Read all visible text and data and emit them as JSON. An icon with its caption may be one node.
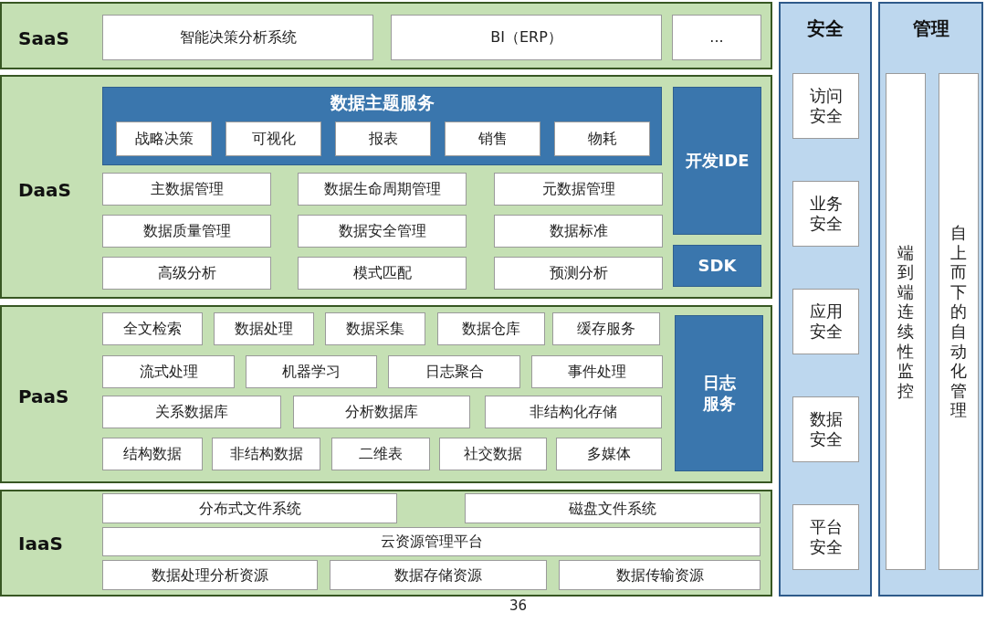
{
  "diagram": {
    "nodes": [
      {
        "text": [
          "SaaS"
        ]
      },
      {
        "text": [
          "智能决策分析系统"
        ],
        "in": 0
      },
      {
        "text": [
          "BI（ERP）"
        ],
        "in": 0
      },
      {
        "text": [
          "..."
        ],
        "in": 0
      },
      {
        "text": [
          "DaaS"
        ]
      },
      {
        "text": [
          "数据主题服务"
        ],
        "in": 4
      },
      {
        "text": [
          "战略决策"
        ],
        "in": 5
      },
      {
        "text": [
          "可视化"
        ],
        "in": 5
      },
      {
        "text": [
          "报表"
        ],
        "in": 5
      },
      {
        "text": [
          "销售"
        ],
        "in": 5
      },
      {
        "text": [
          "物耗"
        ],
        "in": 5
      },
      {
        "text": [
          "开发IDE"
        ],
        "in": 4
      },
      {
        "text": [
          "主数据管理"
        ],
        "in": 4
      },
      {
        "text": [
          "数据生命周期管理"
        ],
        "in": 4
      },
      {
        "text": [
          "元数据管理"
        ],
        "in": 4
      },
      {
        "text": [
          "数据质量管理"
        ],
        "in": 4
      },
      {
        "text": [
          "数据安全管理"
        ],
        "in": 4
      },
      {
        "text": [
          "数据标准"
        ],
        "in": 4
      },
      {
        "text": [
          "高级分析"
        ],
        "in": 4
      },
      {
        "text": [
          "模式匹配"
        ],
        "in": 4
      },
      {
        "text": [
          "预测分析"
        ],
        "in": 4
      },
      {
        "text": [
          "SDK"
        ],
        "in": 4
      },
      {
        "text": [
          "PaaS"
        ]
      },
      {
        "text": [
          "全文检索"
        ],
        "in": 22
      },
      {
        "text": [
          "数据处理"
        ],
        "in": 22
      },
      {
        "text": [
          "数据采集"
        ],
        "in": 22
      },
      {
        "text": [
          "数据仓库"
        ],
        "in": 22
      },
      {
        "text": [
          "缓存服务"
        ],
        "in": 22
      },
      {
        "text": [
          "流式处理"
        ],
        "in": 22
      },
      {
        "text": [
          "机器学习"
        ],
        "in": 22
      },
      {
        "text": [
          "日志聚合"
        ],
        "in": 22
      },
      {
        "text": [
          "事件处理"
        ],
        "in": 22
      },
      {
        "text": [
          "关系数据库"
        ],
        "in": 22
      },
      {
        "text": [
          "分析数据库"
        ],
        "in": 22
      },
      {
        "text": [
          "非结构化存储"
        ],
        "in": 22
      },
      {
        "text": [
          "结构数据"
        ],
        "in": 22
      },
      {
        "text": [
          "非结构数据"
        ],
        "in": 22
      },
      {
        "text": [
          "二维表"
        ],
        "in": 22
      },
      {
        "text": [
          "社交数据"
        ],
        "in": 22
      },
      {
        "text": [
          "多媒体"
        ],
        "in": 22
      },
      {
        "text": [
          "日志服务"
        ],
        "in": 22
      },
      {
        "text": [
          "IaaS"
        ]
      },
      {
        "text": [
          "分布式文件系统"
        ],
        "in": 41
      },
      {
        "text": [
          "磁盘文件系统"
        ],
        "in": 41
      },
      {
        "text": [
          "云资源管理平台"
        ],
        "in": 41
      },
      {
        "text": [
          "数据处理分析资源"
        ],
        "in": 41
      },
      {
        "text": [
          "数据存储资源"
        ],
        "in": 41
      },
      {
        "text": [
          "数据传输资源"
        ],
        "in": 41
      },
      {
        "text": [
          "安全"
        ]
      },
      {
        "text": [
          "访问安全"
        ],
        "in": 48
      },
      {
        "text": [
          "业务安全"
        ],
        "in": 48
      },
      {
        "text": [
          "应用安全"
        ],
        "in": 48
      },
      {
        "text": [
          "数据安全"
        ],
        "in": 48
      },
      {
        "text": [
          "平台安全"
        ],
        "in": 48
      },
      {
        "text": [
          "管理"
        ]
      },
      {
        "text": [
          "端到端连续性监控"
        ],
        "in": 54
      },
      {
        "text": [
          "自上而下的自动化管理"
        ],
        "in": 54
      }
    ],
    "labels": [
      "36"
    ]
  }
}
